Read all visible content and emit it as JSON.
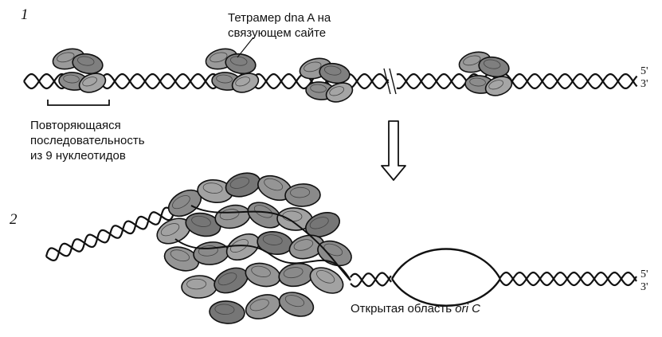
{
  "diagram": {
    "step1": {
      "number": "1",
      "tetramer_label_line1": "Тетрамер dna A на",
      "tetramer_label_line2": "связующем сайте",
      "repeat_label_line1": "Повторяющаяся",
      "repeat_label_line2": "последовательность",
      "repeat_label_line3": "из 9 нуклеотидов",
      "end_top": "5'",
      "end_bottom": "3'"
    },
    "step2": {
      "number": "2",
      "open_region_prefix": "Открытая область ",
      "open_region_name": "ori C",
      "end_top": "5'",
      "end_bottom": "3'"
    }
  }
}
